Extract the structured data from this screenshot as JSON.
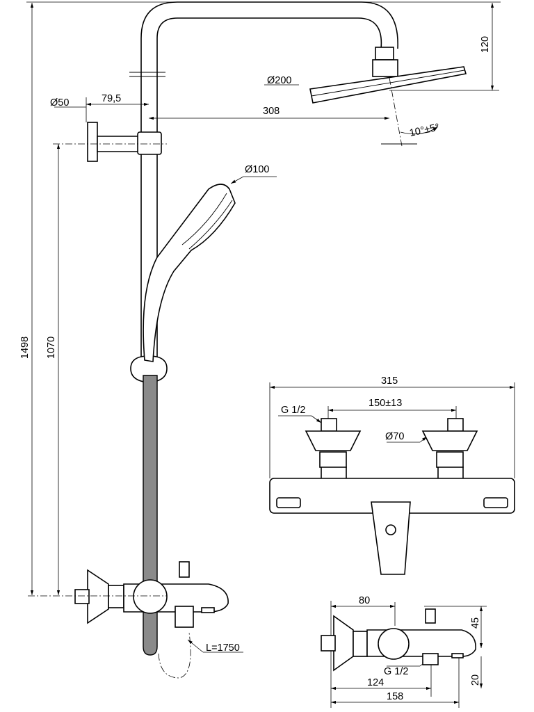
{
  "drawing": {
    "labels": {
      "total_height": "1498",
      "mixer_height": "1070",
      "head_height": "120",
      "head_diameter": "Ø200",
      "wall_flange_diameter": "Ø50",
      "wall_to_bar": "79,5",
      "arm_reach": "308",
      "head_tilt": "10°±5°",
      "handshower_diameter": "Ø100",
      "hose_length": "L=1750",
      "mixer_width": "315",
      "connection_thread": "G 1/2",
      "connection_centres": "150±13",
      "cover_diameter": "Ø70",
      "side_depth": "80",
      "spout_height": "45",
      "outlet_thread": "G 1/2",
      "outlet_depth": "124",
      "spout_depth": "158",
      "outlet_height": "20"
    }
  }
}
